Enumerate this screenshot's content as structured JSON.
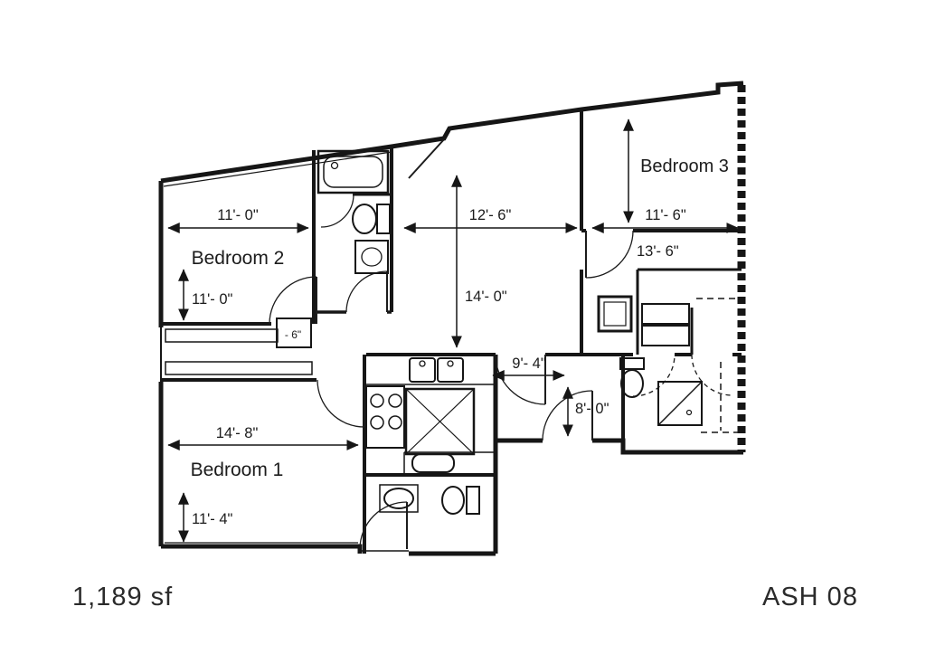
{
  "page": {
    "background": "#ffffff",
    "ink": "#161616"
  },
  "footer": {
    "area": "1,189 sf",
    "unit": "ASH 08"
  },
  "rooms": {
    "bedroom1": "Bedroom 1",
    "bedroom2": "Bedroom 2",
    "bedroom3": "Bedroom 3"
  },
  "dims": {
    "bed2_width": "11'- 0\"",
    "bed2_depth": "11'- 0\"",
    "living_width": "12'- 6\"",
    "bed3_width": "11'- 6\"",
    "bed3_depth": "13'- 6\"",
    "living_depth": "14'- 0\"",
    "kitchen_width": "9'- 4\"",
    "hall_depth": "8'- 0\"",
    "bed1_width": "14'- 8\"",
    "bed1_depth": "11'- 4\"",
    "closet": "- 6\""
  }
}
